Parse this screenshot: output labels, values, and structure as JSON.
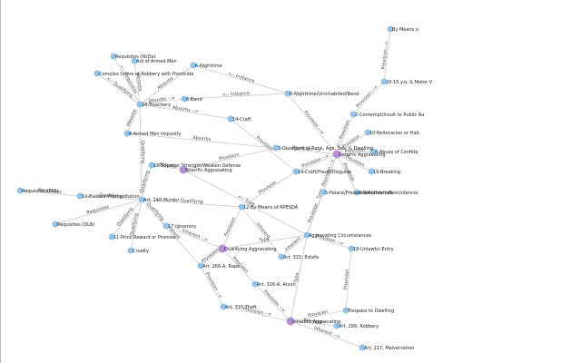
{
  "colors": {
    "node_blue": "#8fc3ea",
    "node_purple": "#b48fd6",
    "edge": "#c9c9c9",
    "label": "#222222"
  },
  "nodes": [
    {
      "id": "means",
      "label": "By Means o",
      "type": "blue"
    },
    {
      "id": "yo20",
      "label": "20-15 y.o. & Motor V",
      "type": "blue"
    },
    {
      "id": "contempt",
      "label": "2-Contempt/Insult to Public Au",
      "type": "blue"
    },
    {
      "id": "reiteracion",
      "label": "10-Reiteracion or Hab",
      "type": "blue"
    },
    {
      "id": "confide",
      "label": "4-Abuse of Confide",
      "type": "blue"
    },
    {
      "id": "breaking",
      "label": "19-Breaking",
      "type": "blue"
    },
    {
      "id": "recidivism",
      "label": "9-Recidivism/Reincidencia",
      "type": "blue"
    },
    {
      "id": "palace",
      "label": "5-Palace/Presence/Authorities",
      "type": "blue"
    },
    {
      "id": "generic",
      "label": "Generic Aggravating",
      "type": "purple"
    },
    {
      "id": "disregard",
      "label": "3-Disregard of Rank, Age, Sex, & Dwelling",
      "type": "blue"
    },
    {
      "id": "crafts",
      "label": "14-Craft/Fraud/Disguise",
      "type": "blue"
    },
    {
      "id": "craft",
      "label": "14-Craft",
      "type": "blue"
    },
    {
      "id": "nighttime_uninh",
      "label": "6-Nighttime/Uninhabited/Band",
      "type": "blue"
    },
    {
      "id": "nighttime",
      "label": "6-Nighttime",
      "type": "blue"
    },
    {
      "id": "band",
      "label": "6-Band",
      "type": "blue"
    },
    {
      "id": "requisites_ncde",
      "label": "Requisites (NcDe)",
      "type": "blue"
    },
    {
      "id": "armed_men",
      "label": "Aid of Armed Men",
      "type": "blue"
    },
    {
      "id": "complex",
      "label": "Complex Crime of Robbery with Homicide",
      "type": "blue"
    },
    {
      "id": "treachery",
      "label": "16-Treachery",
      "type": "blue"
    },
    {
      "id": "armed_impunity",
      "label": "8-Armed Men Impunity",
      "type": "blue"
    },
    {
      "id": "superior",
      "label": "15-Superior Strength/Weaken Defense",
      "type": "blue"
    },
    {
      "id": "specific",
      "label": "Specific Aggravating",
      "type": "purple"
    },
    {
      "id": "req_tas",
      "label": "Requisites (TAS)",
      "type": "blue"
    },
    {
      "id": "evident",
      "label": "13-Evident Premeditation",
      "type": "blue"
    },
    {
      "id": "murder",
      "label": "Art. 248 Murder",
      "type": "blue"
    },
    {
      "id": "req_dln",
      "label": "Requisites (DLN)",
      "type": "blue"
    },
    {
      "id": "ignominy",
      "label": "17-Ignominy",
      "type": "blue"
    },
    {
      "id": "price",
      "label": "11-Price Reward or Promise",
      "type": "blue"
    },
    {
      "id": "cruelty",
      "label": "Cruelty",
      "type": "blue"
    },
    {
      "id": "rpesda",
      "label": "12-By Means of RPESDA",
      "type": "blue"
    },
    {
      "id": "agg_circ",
      "label": "Aggravating Circumstances",
      "type": "blue"
    },
    {
      "id": "qualifying",
      "label": "Qualifying Aggravating",
      "type": "purple"
    },
    {
      "id": "estafa",
      "label": "Art. 315, Estafa",
      "type": "blue"
    },
    {
      "id": "unlawful",
      "label": "18-Unlawful Entry",
      "type": "blue"
    },
    {
      "id": "rape",
      "label": "Art. 266-A, Rape",
      "type": "blue"
    },
    {
      "id": "arson",
      "label": "Art. 326-A, Arson",
      "type": "blue"
    },
    {
      "id": "theft",
      "label": "Art. 310 Theft",
      "type": "blue"
    },
    {
      "id": "trespass",
      "label": "Trespass to Dwelling",
      "type": "blue"
    },
    {
      "id": "inherent",
      "label": "Inherent Aggravating",
      "type": "purple"
    },
    {
      "id": "robbery",
      "label": "Art. 299, Robbery",
      "type": "blue"
    },
    {
      "id": "malversation",
      "label": "Art. 217, Malversation",
      "type": "blue"
    }
  ],
  "edges": [
    {
      "s": "means",
      "t": "yo20",
      "label": "Provision -->"
    },
    {
      "s": "yo20",
      "t": "contempt",
      "label": "Provision -->"
    },
    {
      "s": "contempt",
      "t": "generic",
      "label": "<-- Provision"
    },
    {
      "s": "reiteracion",
      "t": "generic",
      "label": "Provision"
    },
    {
      "s": "confide",
      "t": "generic",
      "label": "Provision"
    },
    {
      "s": "breaking",
      "t": "generic",
      "label": "Provision"
    },
    {
      "s": "recidivism",
      "t": "generic",
      "label": "Provision"
    },
    {
      "s": "palace",
      "t": "generic",
      "label": "Provision -->"
    },
    {
      "s": "disregard",
      "t": "generic",
      "label": "Provision -->"
    },
    {
      "s": "crafts",
      "t": "generic",
      "label": "Provision -->"
    },
    {
      "s": "nighttime_uninh",
      "t": "generic",
      "label": "Provision -->"
    },
    {
      "s": "generic",
      "t": "agg_circ",
      "label": "Type"
    },
    {
      "s": "nighttime",
      "t": "nighttime_uninh",
      "label": "<-- Instance"
    },
    {
      "s": "band",
      "t": "nighttime_uninh",
      "label": "<-- Instance"
    },
    {
      "s": "craft",
      "t": "crafts",
      "label": "Provision"
    },
    {
      "s": "nighttime",
      "t": "treachery",
      "label": "Absorbs"
    },
    {
      "s": "band",
      "t": "treachery",
      "label": "Absorbs -->"
    },
    {
      "s": "craft",
      "t": "treachery",
      "label": "Absorbs -->"
    },
    {
      "s": "requisites_ncde",
      "t": "treachery",
      "label": "<-- Requisites"
    },
    {
      "s": "armed_men",
      "t": "treachery",
      "label": "Absorbs"
    },
    {
      "s": "complex",
      "t": "treachery",
      "label": "<-- Qualifying"
    },
    {
      "s": "treachery",
      "t": "armed_impunity",
      "label": "Absorbs"
    },
    {
      "s": "treachery",
      "t": "murder",
      "label": "Qualifying"
    },
    {
      "s": "armed_impunity",
      "t": "disregard",
      "label": "Absorbs"
    },
    {
      "s": "superior",
      "t": "murder",
      "label": "Qualifying"
    },
    {
      "s": "superior",
      "t": "specific",
      "label": "Absorbs"
    },
    {
      "s": "specific",
      "t": "agg_circ",
      "label": "<-- Type"
    },
    {
      "s": "specific",
      "t": "disregard",
      "label": "Provision"
    },
    {
      "s": "req_tas",
      "t": "evident",
      "label": "Requisites"
    },
    {
      "s": "evident",
      "t": "murder",
      "label": "Qualifying"
    },
    {
      "s": "murder",
      "t": "req_dln",
      "label": "Requisites"
    },
    {
      "s": "murder",
      "t": "rpesda",
      "label": "Qualifying"
    },
    {
      "s": "murder",
      "t": "ignominy",
      "label": "Qualifying"
    },
    {
      "s": "murder",
      "t": "price",
      "label": "Qualifying"
    },
    {
      "s": "murder",
      "t": "cruelty",
      "label": "Qualifying"
    },
    {
      "s": "murder",
      "t": "rape",
      "label": "Inherent"
    },
    {
      "s": "ignominy",
      "t": "qualifying",
      "label": "Inherent -->"
    },
    {
      "s": "rpesda",
      "t": "crafts",
      "label": "Provision"
    },
    {
      "s": "rpesda",
      "t": "qualifying",
      "label": "Provision"
    },
    {
      "s": "rpesda",
      "t": "estafa",
      "label": "Inherent"
    },
    {
      "s": "qualifying",
      "t": "agg_circ",
      "label": "Type"
    },
    {
      "s": "qualifying",
      "t": "rape",
      "label": "Provision"
    },
    {
      "s": "qualifying",
      "t": "arson",
      "label": "Provision"
    },
    {
      "s": "rape",
      "t": "theft",
      "label": "Provision -->"
    },
    {
      "s": "arson",
      "t": "inherent",
      "label": "Provision -->"
    },
    {
      "s": "theft",
      "t": "inherent",
      "label": "Provision -->"
    },
    {
      "s": "inherent",
      "t": "agg_circ",
      "label": "Type"
    },
    {
      "s": "inherent",
      "t": "trespass",
      "label": "Provision"
    },
    {
      "s": "inherent",
      "t": "robbery",
      "label": "Provision"
    },
    {
      "s": "inherent",
      "t": "malversation",
      "label": "Inherent -->"
    },
    {
      "s": "agg_circ",
      "t": "unlawful",
      "label": "Provision -->"
    },
    {
      "s": "unlawful",
      "t": "trespass",
      "label": "Provision"
    },
    {
      "s": "estafa",
      "t": "agg_circ",
      "label": "Inherent"
    },
    {
      "s": "palace",
      "t": "agg_circ",
      "label": "Provision"
    }
  ]
}
